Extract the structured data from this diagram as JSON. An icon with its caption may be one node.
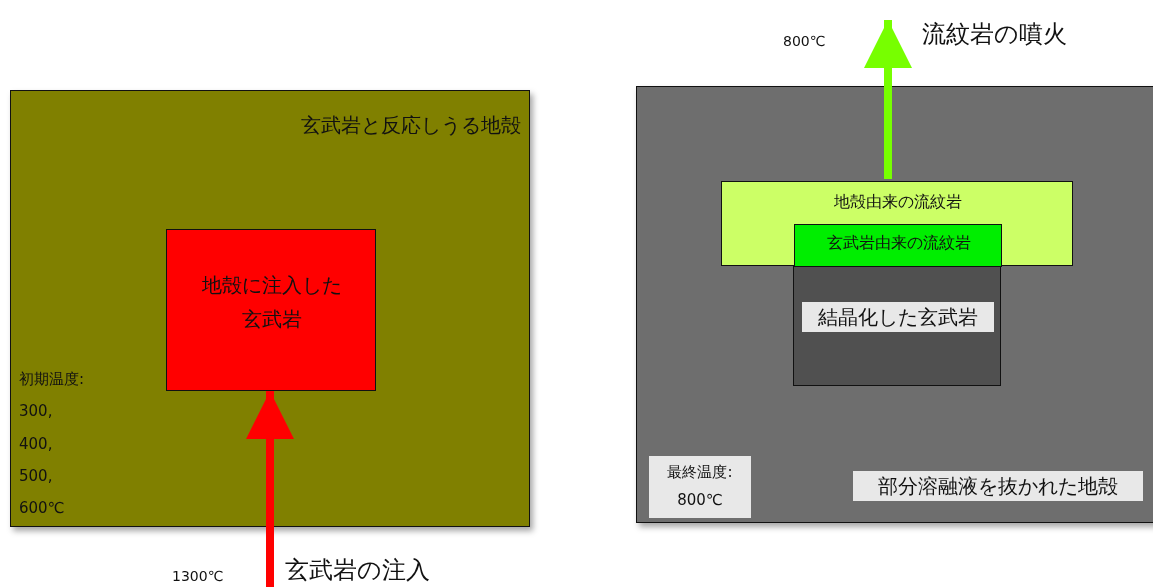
{
  "diagram": {
    "nodes": [
      {
        "text": [
          "玄武岩と反応しうる地殻",
          "初期温度: 300, 400, 500, 600℃"
        ]
      },
      {
        "text": [
          "地殻に注入した玄武岩"
        ],
        "in": 0
      },
      {
        "text": [
          "最終温度: 800℃",
          "部分溶融液を抜かれた地殻"
        ]
      },
      {
        "text": [
          "地殻由来の流紋岩"
        ],
        "in": 2
      },
      {
        "text": [
          "玄武岩由来の流紋岩"
        ],
        "in": 3
      },
      {
        "text": [
          "結晶化した玄武岩"
        ],
        "in": 2
      }
    ],
    "edges": [
      {
        "from": null,
        "to": 1,
        "arrow": "to",
        "label": "玄武岩の注入",
        "color": "#ff0000"
      },
      {
        "from": 3,
        "to": null,
        "arrow": "to",
        "label": "流紋岩の噴火",
        "color": "#77ff00"
      }
    ],
    "labels": [
      "1300℃",
      "800℃"
    ]
  }
}
